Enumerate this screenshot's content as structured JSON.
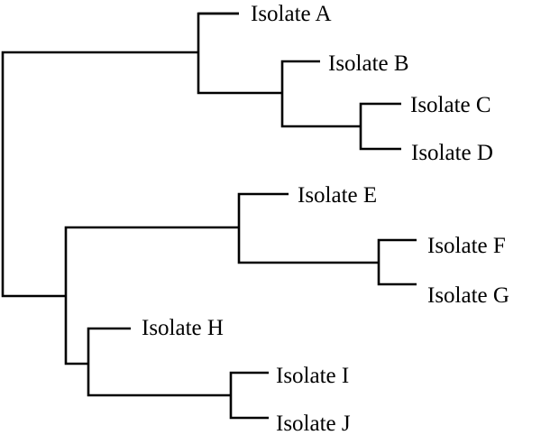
{
  "tree": {
    "leaves": [
      {
        "id": "A",
        "label": "Isolate A"
      },
      {
        "id": "B",
        "label": "Isolate B"
      },
      {
        "id": "C",
        "label": "Isolate C"
      },
      {
        "id": "D",
        "label": "Isolate D"
      },
      {
        "id": "E",
        "label": "Isolate E"
      },
      {
        "id": "F",
        "label": "Isolate F"
      },
      {
        "id": "G",
        "label": "Isolate G"
      },
      {
        "id": "H",
        "label": "Isolate H"
      },
      {
        "id": "I",
        "label": "Isolate I"
      },
      {
        "id": "J",
        "label": "Isolate J"
      }
    ],
    "newick": "((A,(B,(C,D))),((E,(F,G)),(H,(I,J))))",
    "line_color": "#000000"
  }
}
